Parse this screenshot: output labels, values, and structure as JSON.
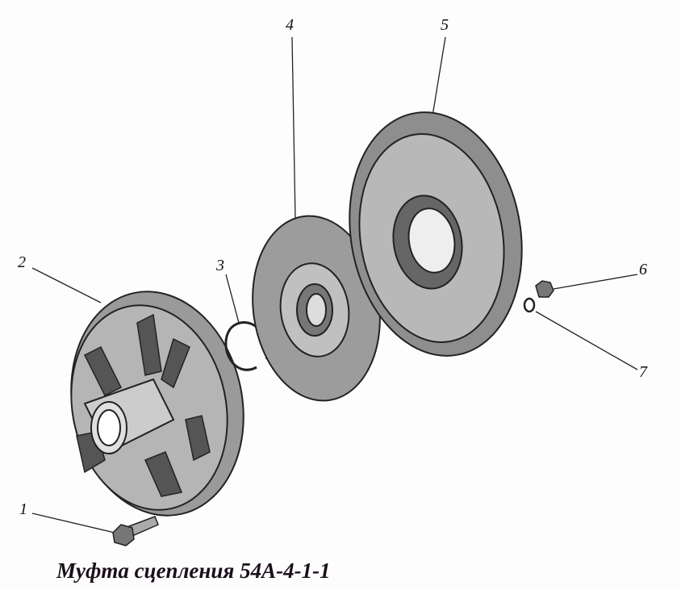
{
  "caption": "Муфта сцепления 54А-4-1-1",
  "labels": {
    "p1": "1",
    "p2": "2",
    "p3": "3",
    "p4": "4",
    "p5": "5",
    "p6": "6",
    "p7": "7"
  },
  "colors": {
    "ink": "#1a1a1a",
    "shade": "#8a8a8a",
    "light": "#c8c8c8"
  }
}
